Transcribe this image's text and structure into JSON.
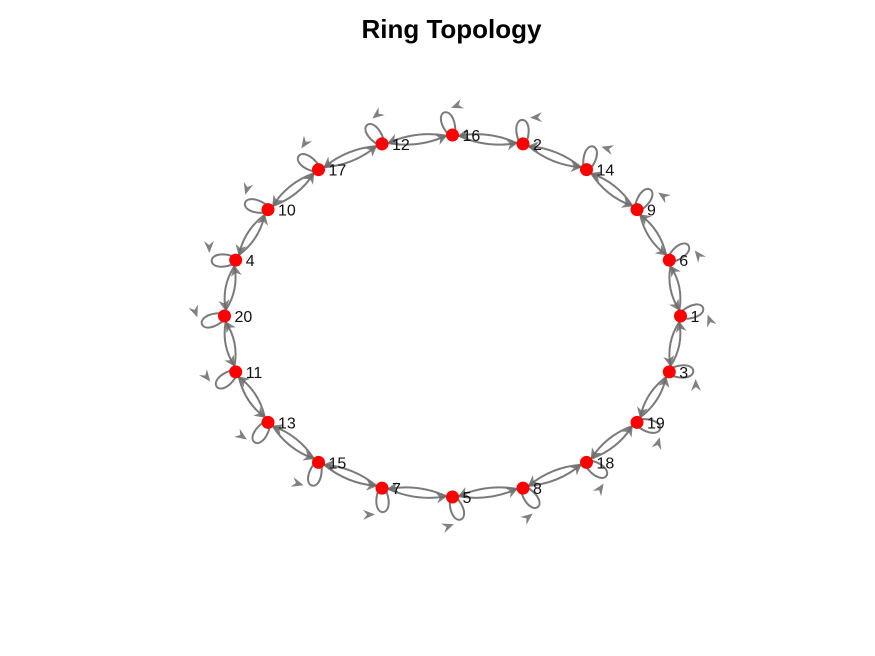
{
  "title": "Ring Topology",
  "colors": {
    "node": "#ff0000",
    "edge": "#6b6b6b",
    "label": "#111111"
  },
  "graph": {
    "type": "directed-ring",
    "self_loops": true,
    "bidirectional_edges": true,
    "ring_order": [
      "1",
      "3",
      "19",
      "18",
      "8",
      "5",
      "7",
      "15",
      "13",
      "11",
      "20",
      "4",
      "10",
      "17",
      "12",
      "16",
      "2",
      "14",
      "9",
      "6"
    ]
  }
}
